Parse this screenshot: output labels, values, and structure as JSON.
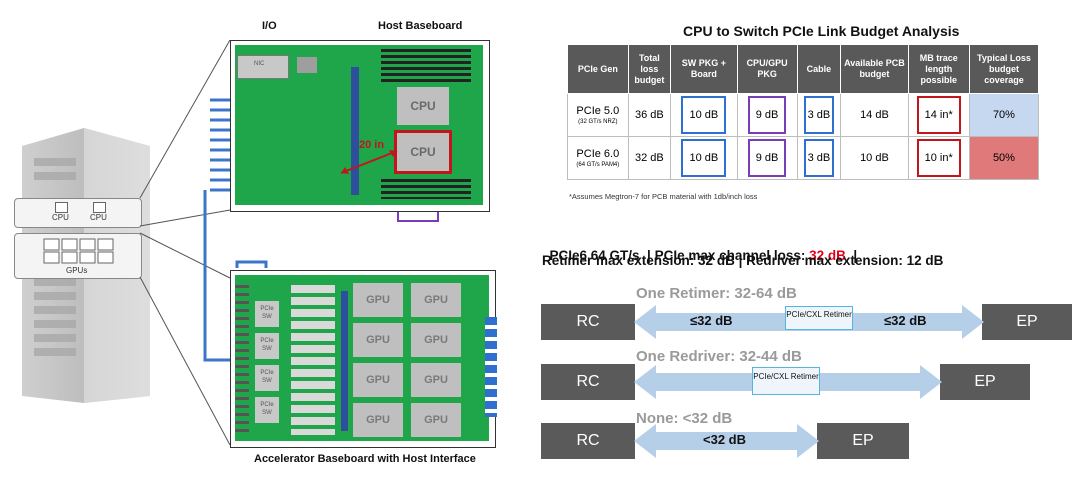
{
  "server": {
    "cpu_labels": [
      "CPU",
      "CPU"
    ],
    "gpus_label": "GPUs"
  },
  "host_board": {
    "io_label": "I/O",
    "title": "Host Baseboard",
    "cpu_labels": [
      "CPU",
      "CPU"
    ],
    "nic_label": "NIC",
    "trace_label": "20 in"
  },
  "accel_board": {
    "title": "Accelerator Baseboard with Host Interface",
    "gpu_labels": [
      "GPU",
      "GPU",
      "GPU",
      "GPU",
      "GPU",
      "GPU",
      "GPU",
      "GPU"
    ],
    "switch_labels": [
      "PCIe SW",
      "PCIe SW",
      "PCIe SW",
      "PCIe SW"
    ]
  },
  "budget_table": {
    "title": "CPU to Switch PCIe Link Budget Analysis",
    "headers": [
      "PCIe Gen",
      "Total loss budget",
      "SW PKG + Board",
      "CPU/GPU PKG",
      "Cable",
      "Available PCB budget",
      "MB trace length possible",
      "Typical Loss budget coverage"
    ],
    "rows": [
      {
        "gen": "PCIe 5.0",
        "gen_sub": "(32 GT/s NRZ)",
        "total": "36 dB",
        "sw": "10 dB",
        "pkg": "9 dB",
        "cable": "3 dB",
        "pcb": "14 dB",
        "trace": "14 in*",
        "coverage": "70%"
      },
      {
        "gen": "PCIe 6.0",
        "gen_sub": "(64 GT/s PAM4)",
        "total": "32 dB",
        "sw": "10 dB",
        "pkg": "9 dB",
        "cable": "3 dB",
        "pcb": "10 dB",
        "trace": "10 in*",
        "coverage": "50%"
      }
    ],
    "footnote": "*Assumes Megtron-7 for PCB material with 1db/inch loss",
    "colors": {
      "header_bg": "#595959",
      "cov_blue": "#c5d8ef",
      "cov_red": "#e07a7a",
      "box_blue": "#2f6fd0",
      "box_purple": "#7a3db8",
      "box_red": "#c0161c"
    }
  },
  "summary": {
    "line1_a": "PCIe6 64 GT/s  | PCIe max channel loss: ",
    "line1_value": "32 dB",
    "line1_b": "  |",
    "line2": "Retimer max extension: 32 dB | Redriver max extension: 12 dB",
    "value_color": "#e0001b"
  },
  "scenarios": [
    {
      "title": "One Retimer: 32-64 dB",
      "left_node": "RC",
      "right_node": "EP",
      "device": "PCIe/CXL Retimer",
      "left_seg": "≤32 dB",
      "right_seg": "≤32 dB"
    },
    {
      "title": "One Redriver: 32-44 dB",
      "left_node": "RC",
      "right_node": "EP",
      "device": "PCIe/CXL Retimer"
    },
    {
      "title": "None: <32 dB",
      "left_node": "RC",
      "right_node": "EP",
      "seg": "<32 dB"
    }
  ]
}
